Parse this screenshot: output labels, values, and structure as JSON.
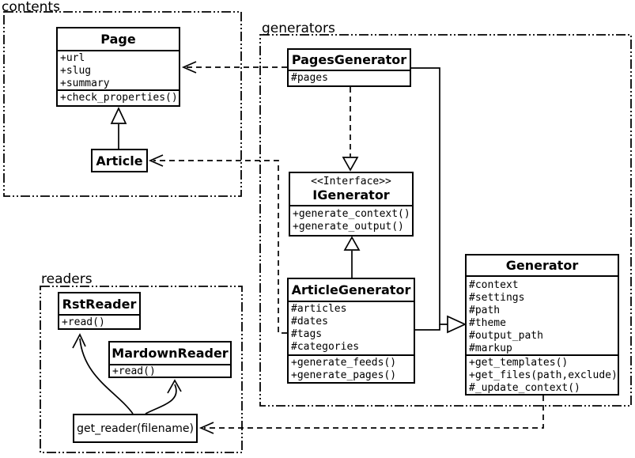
{
  "diagram": {
    "colors": {
      "line": "#000000",
      "background": "#ffffff"
    },
    "packages": {
      "contents": {
        "label": "contents"
      },
      "generators": {
        "label": "generators"
      },
      "readers": {
        "label": "readers"
      }
    },
    "classes": {
      "page": {
        "name": "Page",
        "attributes": [
          "+url",
          "+slug",
          "+summary"
        ],
        "methods": [
          "+check_properties()"
        ]
      },
      "article": {
        "name": "Article"
      },
      "pages_generator": {
        "name": "PagesGenerator",
        "attributes": [
          "#pages"
        ]
      },
      "igenerator": {
        "stereotype": "<<Interface>>",
        "name": "IGenerator",
        "methods": [
          "+generate_context()",
          "+generate_output()"
        ]
      },
      "article_generator": {
        "name": "ArticleGenerator",
        "attributes": [
          "#articles",
          "#dates",
          "#tags",
          "#categories"
        ],
        "methods": [
          "+generate_feeds()",
          "+generate_pages()"
        ]
      },
      "generator": {
        "name": "Generator",
        "attributes": [
          "#context",
          "#settings",
          "#path",
          "#theme",
          "#output_path",
          "#markup"
        ],
        "methods": [
          "+get_templates()",
          "+get_files(path,exclude)",
          "#_update_context()"
        ]
      },
      "rst_reader": {
        "name": "RstReader",
        "methods": [
          "+read()"
        ]
      },
      "mardown_reader": {
        "name": "MardownReader",
        "methods": [
          "+read()"
        ]
      },
      "get_reader": {
        "label": "get_reader(filename)"
      }
    }
  }
}
